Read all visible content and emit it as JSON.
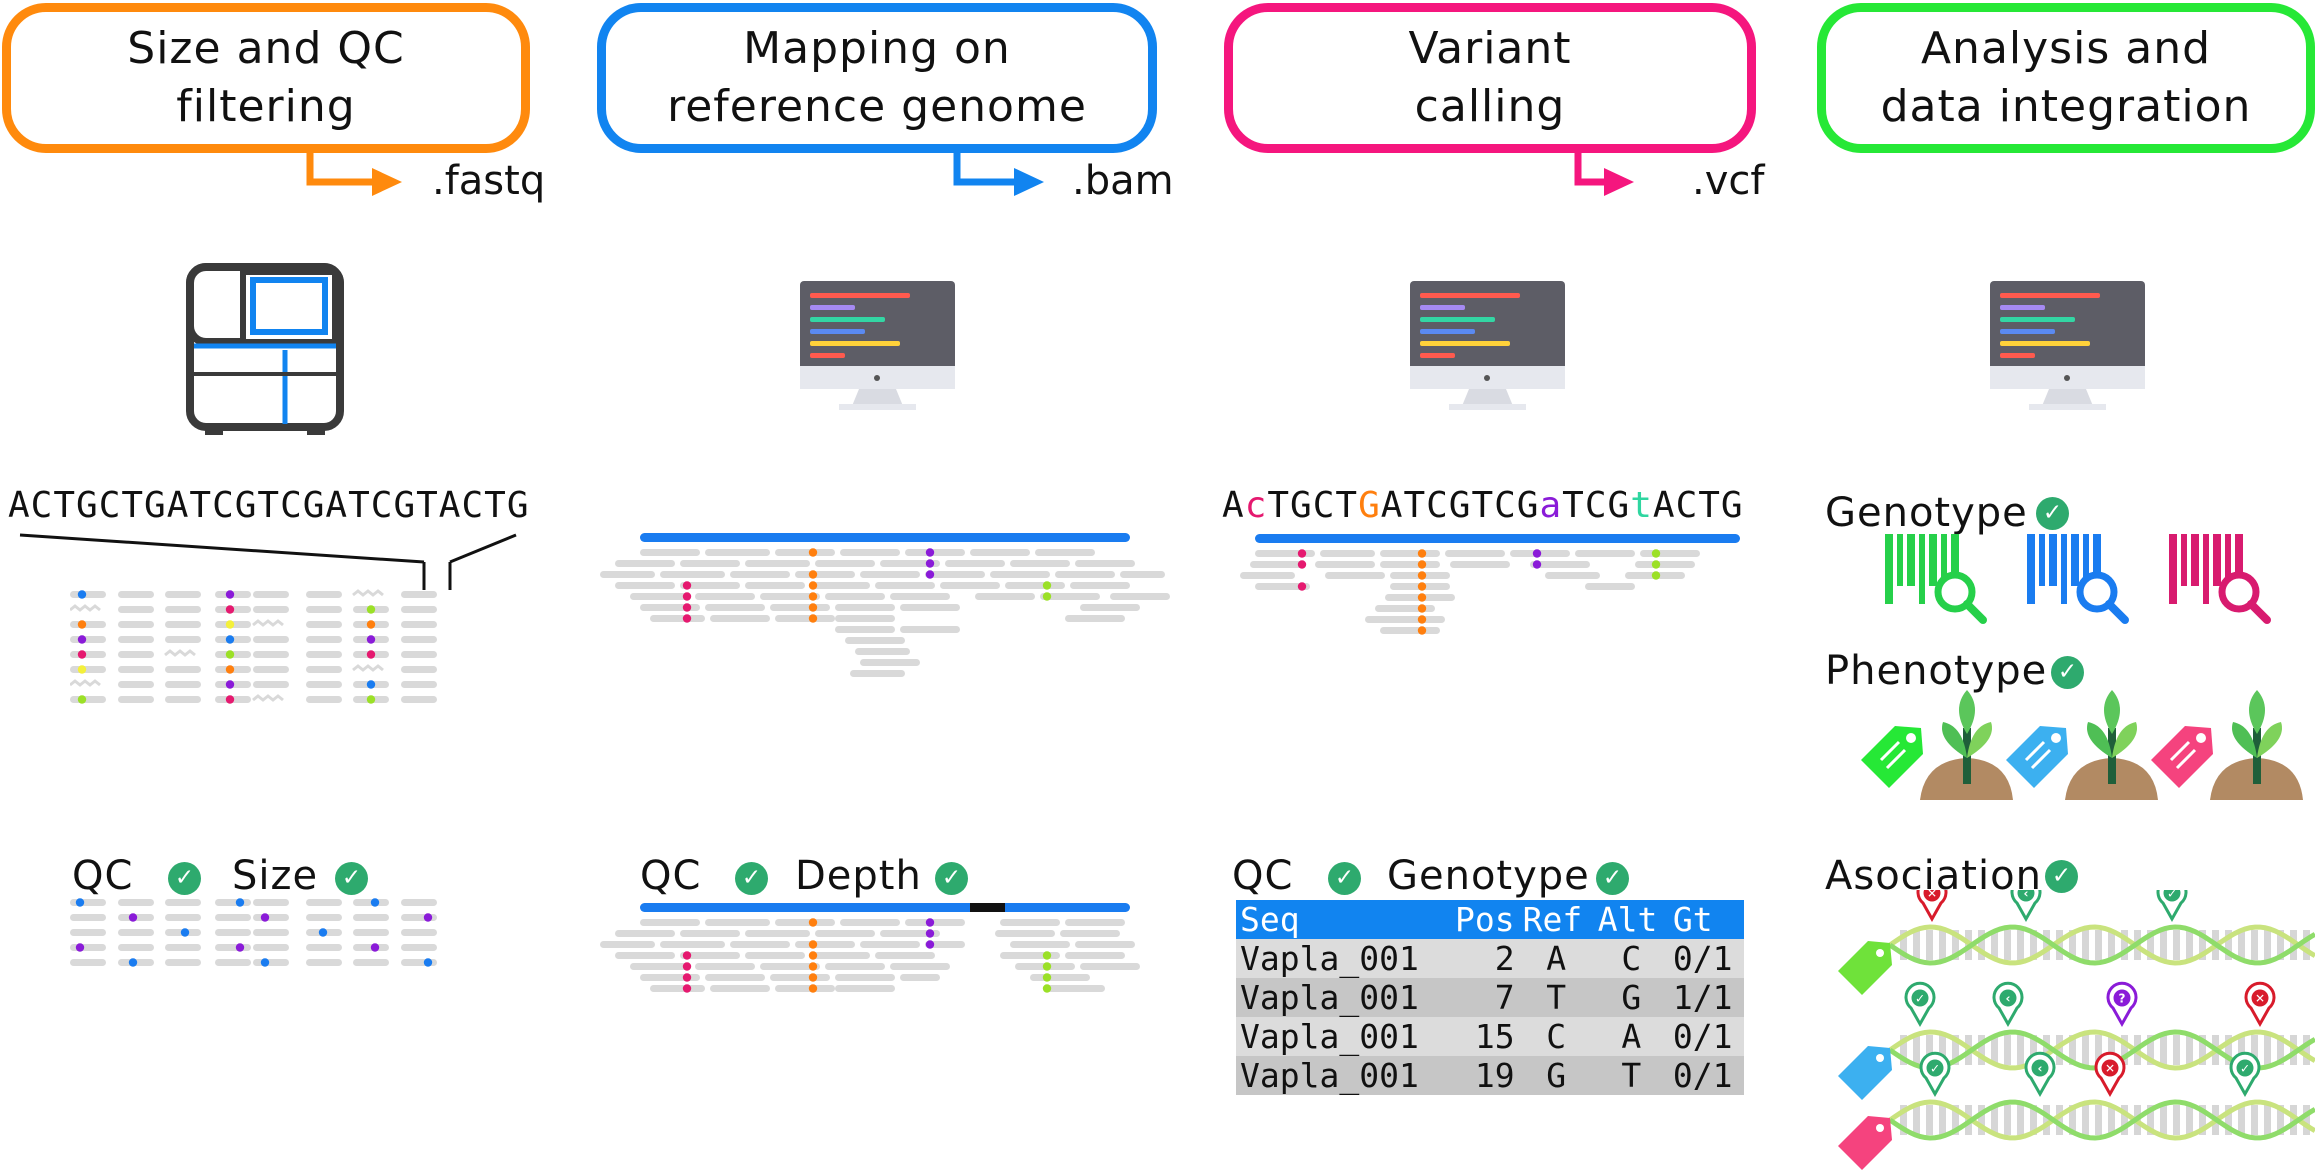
{
  "colors": {
    "orange": "#ff8a0d",
    "blue": "#1184f0",
    "pink": "#f5167e",
    "green": "#26e836",
    "read": "#d9d9d9",
    "mono": "#5d5d66",
    "check": "#2eaa6e",
    "dot_orange": "#ff7f0e",
    "dot_purple": "#8a1bd8",
    "dot_pink": "#e5196f",
    "dot_green": "#9be027",
    "dot_blue": "#1a7cf0",
    "dot_yellow": "#f4f03a"
  },
  "steps": [
    {
      "title": "Size and QC\nfiltering",
      "ext": ".fastq"
    },
    {
      "title": "Mapping on\nreference genome",
      "ext": ".bam"
    },
    {
      "title": "Variant\ncalling",
      "ext": ".vcf"
    },
    {
      "title": "Analysis and\ndata integration",
      "ext": ""
    }
  ],
  "col1": {
    "sequence": "ACTGCTGATCGTCGATCGTACTG",
    "qc": "QC",
    "size": "Size",
    "icon": "sequencer-icon"
  },
  "col2": {
    "qc": "QC",
    "depth": "Depth",
    "icon": "computer-monitor-icon"
  },
  "col3": {
    "sequence": [
      {
        "t": "A",
        "c": ""
      },
      {
        "t": "c",
        "c": "#e5196f"
      },
      {
        "t": "TGCT",
        "c": ""
      },
      {
        "t": "G",
        "c": "#ff7f0e"
      },
      {
        "t": "ATCGTCG",
        "c": ""
      },
      {
        "t": "a",
        "c": "#8a1bd8"
      },
      {
        "t": "TCG",
        "c": ""
      },
      {
        "t": "t",
        "c": "#2fd6a0"
      },
      {
        "t": "ACTG",
        "c": ""
      }
    ],
    "qc": "QC",
    "genotype": "Genotype",
    "icon": "computer-monitor-icon",
    "table": {
      "headers": [
        "Seq",
        "Pos",
        "Ref",
        "Alt",
        "Gt"
      ],
      "rows": [
        [
          "Vapla_001",
          "2",
          "A",
          "C",
          "0/1"
        ],
        [
          "Vapla_001",
          "7",
          "T",
          "G",
          "1/1"
        ],
        [
          "Vapla_001",
          "15",
          "C",
          "A",
          "0/1"
        ],
        [
          "Vapla_001",
          "19",
          "G",
          "T",
          "0/1"
        ]
      ]
    }
  },
  "col4": {
    "genotype": "Genotype",
    "phenotype": "Phenotype",
    "association": "Asociation",
    "icon": "computer-monitor-icon"
  }
}
